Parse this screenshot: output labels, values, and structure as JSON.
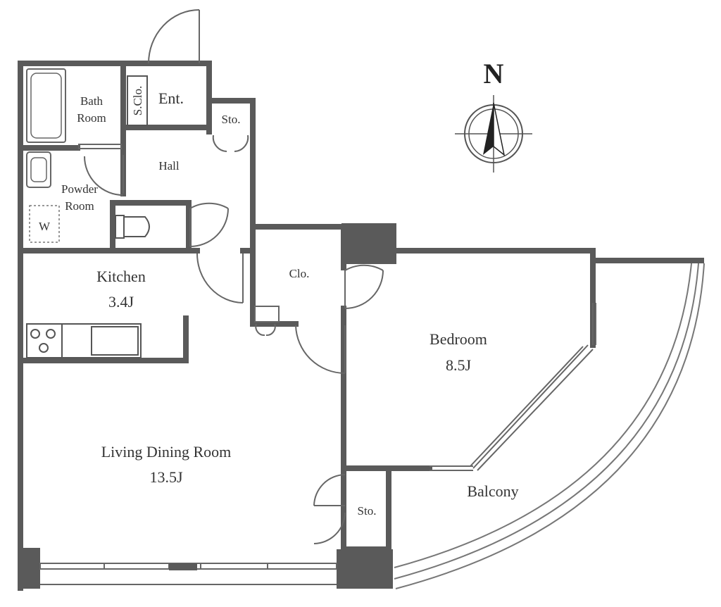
{
  "compass": {
    "north_label": "N"
  },
  "rooms": {
    "bath": {
      "line1": "Bath",
      "line2": "Room"
    },
    "powder": {
      "line1": "Powder",
      "line2": "Room"
    },
    "washer": "W",
    "shoe_closet": "S.Clo.",
    "entrance": "Ent.",
    "storage_top": "Sto.",
    "hall": "Hall",
    "kitchen": {
      "name": "Kitchen",
      "size": "3.4J"
    },
    "closet": "Clo.",
    "bedroom": {
      "name": "Bedroom",
      "size": "8.5J"
    },
    "living": {
      "name": "Living Dining Room",
      "size": "13.5J"
    },
    "storage_bottom": "Sto.",
    "balcony": "Balcony"
  },
  "colors": {
    "wall": "#5a5a5a",
    "line": "#777777",
    "text": "#333333"
  }
}
